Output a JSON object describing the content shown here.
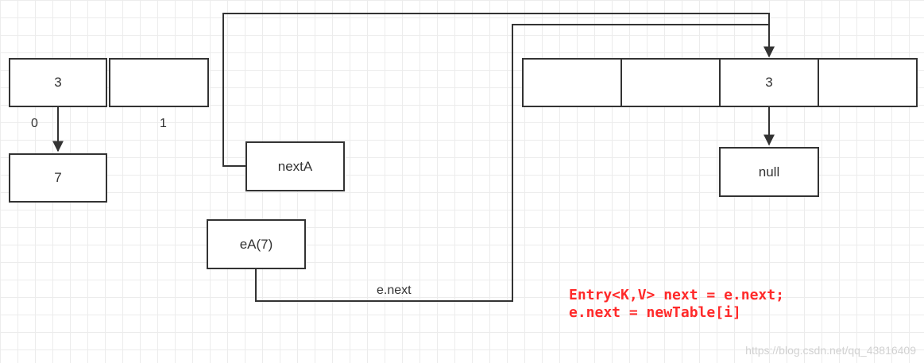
{
  "left_table": {
    "cells": [
      "3",
      ""
    ],
    "indices": [
      "0",
      "1"
    ],
    "chain_node": "7"
  },
  "nodes": {
    "nextA": "nextA",
    "eA": "eA(7)"
  },
  "edge_label": "e.next",
  "right_table": {
    "cells": [
      "",
      "",
      "3",
      ""
    ],
    "chain_node": "null"
  },
  "code": {
    "line1": "Entry<K,V> next = e.next;",
    "line2": "e.next = newTable[i]"
  },
  "watermark": "https://blog.csdn.net/qq_43816409",
  "colors": {
    "stroke": "#333333",
    "code": "#ff2a2a"
  }
}
